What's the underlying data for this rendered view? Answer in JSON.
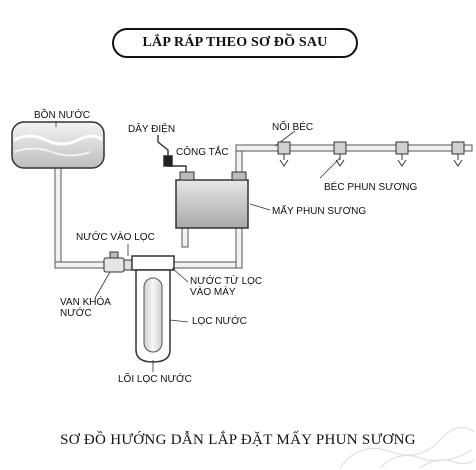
{
  "title": "LẮP RÁP THEO SƠ ĐỒ SAU",
  "footer": "SƠ ĐỒ HƯỚNG DẪN LẮP ĐẶT MẤY PHUN SƯƠNG",
  "labels": {
    "tank": "BỒN NƯỚC",
    "power_cord": "DÂY ĐIỆN",
    "switch": "CÔNG TẮC",
    "pipe_joint": "NỐI BÉC",
    "nozzle": "BÉC PHUN SƯƠNG",
    "mist_machine": "MẤY PHUN SƯƠNG",
    "water_in_filter": "NƯỚC VÀO LỌC",
    "valve_line1": "VAN KHÓA",
    "valve_line2": "NƯỚC",
    "water_from_filter_line1": "NƯỚC TỪ LỌC",
    "water_from_filter_line2": "VÀO MÁY",
    "water_filter": "LỌC NƯỚC",
    "filter_core": "LÕI LỌC NƯỚC"
  },
  "colors": {
    "pipe_fill": "#f2f2f2",
    "pipe_stroke": "#555555",
    "machine_fill": "#c9c9c9",
    "tank_fill": "#d9d9d9",
    "filter_body": "#ffffff",
    "filter_core": "#e3e3e3"
  }
}
